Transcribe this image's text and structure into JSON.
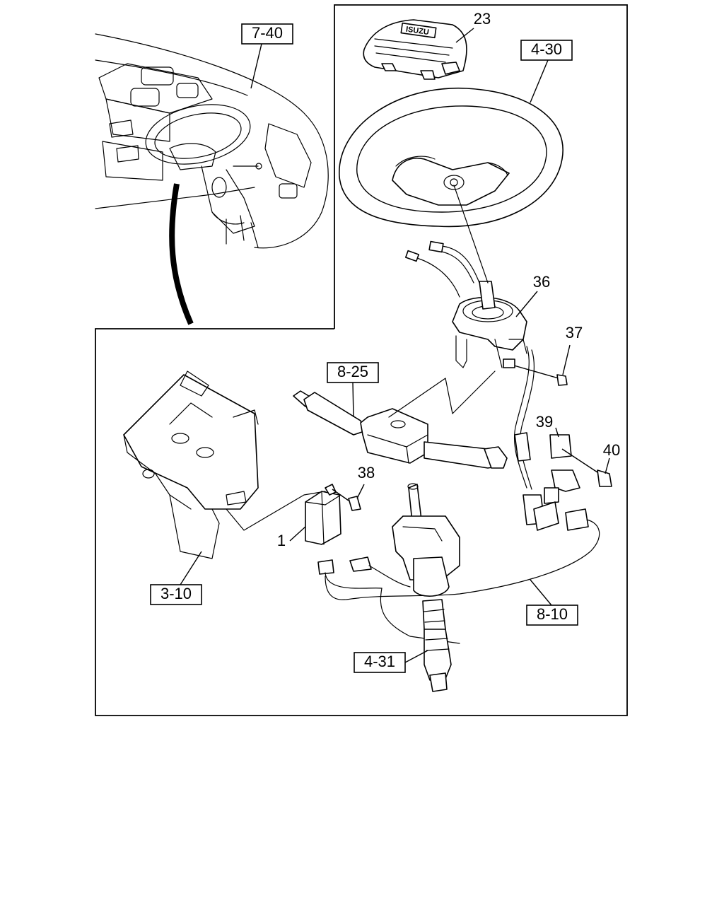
{
  "references": {
    "dash": "7-40",
    "steering_wheel": "4-30",
    "combination_switch": "8-25",
    "bracket": "3-10",
    "harness": "8-10",
    "steering_column": "4-31"
  },
  "callouts": {
    "horn_pad": "23",
    "coil": "36",
    "screw": "37",
    "bolt_38": "38",
    "clip": "39",
    "bolt_40": "40",
    "module": "1"
  },
  "logo": "ISUZU"
}
